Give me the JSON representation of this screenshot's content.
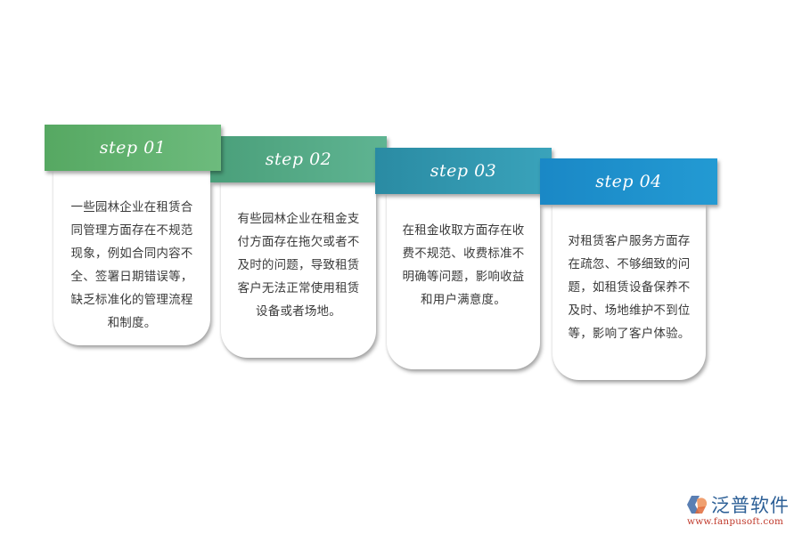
{
  "steps": [
    {
      "label": "step 01",
      "text": "一些园林企业在租赁合同管理方面存在不规范现象，例如合同内容不全、签署日期错误等，缺乏标准化的管理流程和制度。",
      "color_start": "#56a862",
      "color_end": "#6dbb7d"
    },
    {
      "label": "step 02",
      "text": "有些园林企业在租金支付方面存在拖欠或者不及时的问题，导致租赁客户无法正常使用租赁设备或者场地。",
      "color_start": "#4a9f7a",
      "color_end": "#5fb492"
    },
    {
      "label": "step 03",
      "text": "在租金收取方面存在收费不规范、收费标准不明确等问题，影响收益和用户满意度。",
      "color_start": "#2a8ba3",
      "color_end": "#3aa3bb"
    },
    {
      "label": "step 04",
      "text": "对租赁客户服务方面存在疏忽、不够细致的问题，如租赁设备保养不及时、场地维护不到位等，影响了客户体验。",
      "color_start": "#1a88c6",
      "color_end": "#239ad3"
    }
  ],
  "logo": {
    "name": "泛普软件",
    "url": "www.fanpusoft.com"
  }
}
